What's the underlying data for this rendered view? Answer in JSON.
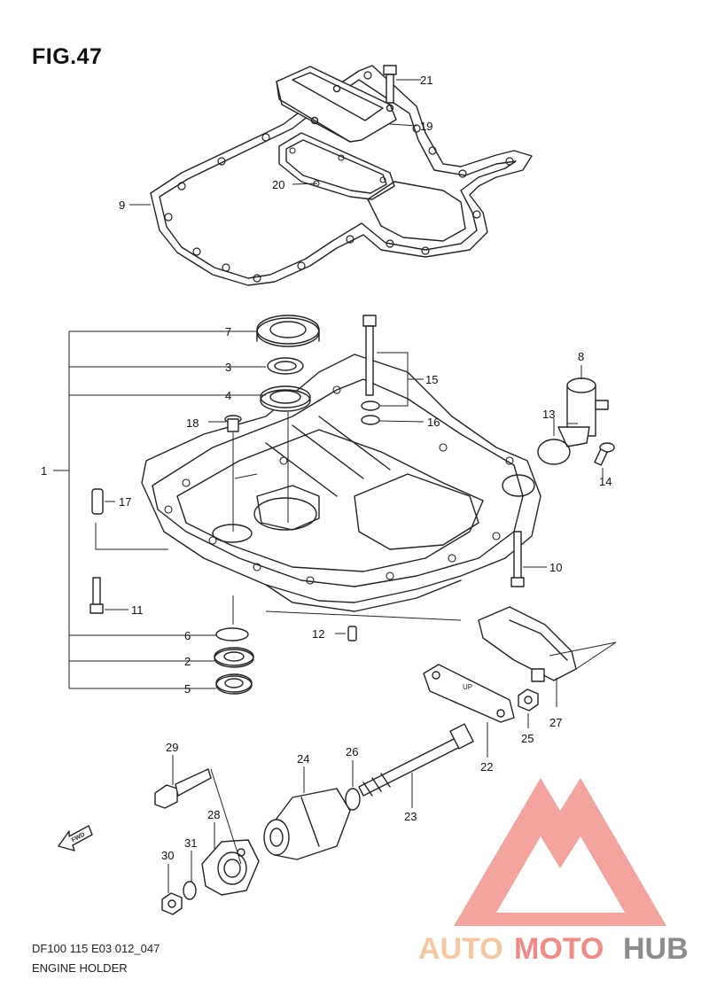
{
  "figure": {
    "title": "FIG.47"
  },
  "footer": {
    "code": "DF100 115 E03 012_047",
    "caption": "ENGINE HOLDER"
  },
  "callouts": [
    {
      "id": "c21",
      "label": "21"
    },
    {
      "id": "c19",
      "label": "19"
    },
    {
      "id": "c20",
      "label": "20"
    },
    {
      "id": "c9",
      "label": "9"
    },
    {
      "id": "c7",
      "label": "7"
    },
    {
      "id": "c3",
      "label": "3"
    },
    {
      "id": "c4",
      "label": "4"
    },
    {
      "id": "c15",
      "label": "15"
    },
    {
      "id": "c8",
      "label": "8"
    },
    {
      "id": "c18",
      "label": "18"
    },
    {
      "id": "c16",
      "label": "16"
    },
    {
      "id": "c13",
      "label": "13"
    },
    {
      "id": "c14",
      "label": "14"
    },
    {
      "id": "c1",
      "label": "1"
    },
    {
      "id": "c17",
      "label": "17"
    },
    {
      "id": "c10",
      "label": "10"
    },
    {
      "id": "c11",
      "label": "11"
    },
    {
      "id": "c6",
      "label": "6"
    },
    {
      "id": "c12",
      "label": "12"
    },
    {
      "id": "c2",
      "label": "2"
    },
    {
      "id": "c5",
      "label": "5"
    },
    {
      "id": "c27",
      "label": "27"
    },
    {
      "id": "c25",
      "label": "25"
    },
    {
      "id": "c22",
      "label": "22"
    },
    {
      "id": "c29",
      "label": "29"
    },
    {
      "id": "c24",
      "label": "24"
    },
    {
      "id": "c26",
      "label": "26"
    },
    {
      "id": "c23",
      "label": "23"
    },
    {
      "id": "c28",
      "label": "28"
    },
    {
      "id": "c31",
      "label": "31"
    },
    {
      "id": "c30",
      "label": "30"
    }
  ],
  "direction_arrow": {
    "label": "FWD"
  },
  "gasket_marking": {
    "label": "UP"
  },
  "watermark": {
    "parts": [
      "AUTO",
      "MOTO",
      "HUB"
    ],
    "colors": {
      "auto": "#f5c7a0",
      "moto": "#f08a84",
      "hub": "#8c8c8c",
      "logo": "#f29a94"
    }
  }
}
